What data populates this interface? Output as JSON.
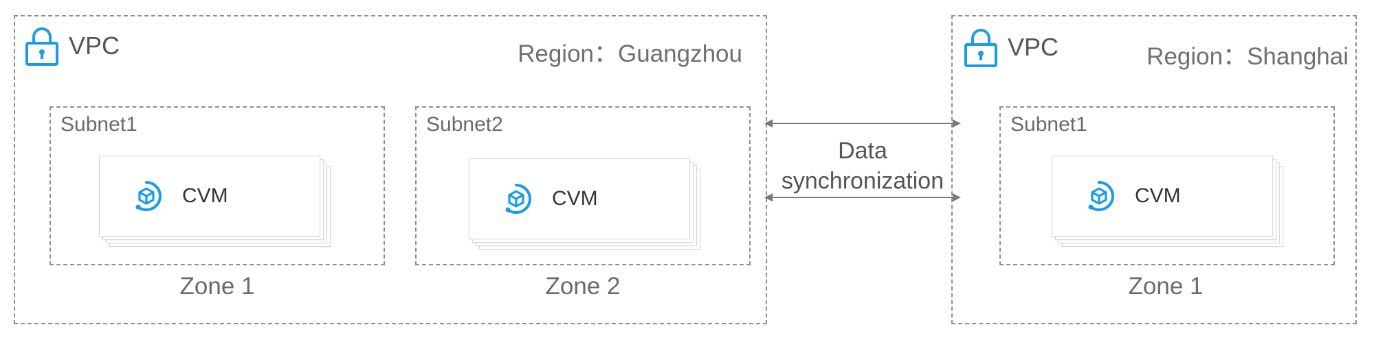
{
  "vpcs": [
    {
      "label": "VPC",
      "region": "Region：Guangzhou",
      "subnets": [
        {
          "label": "Subnet1",
          "cvm": "CVM",
          "zone": "Zone 1"
        },
        {
          "label": "Subnet2",
          "cvm": "CVM",
          "zone": "Zone 2"
        }
      ]
    },
    {
      "label": "VPC",
      "region": "Region：Shanghai",
      "subnets": [
        {
          "label": "Subnet1",
          "cvm": "CVM",
          "zone": "Zone 1"
        }
      ]
    }
  ],
  "sync_label_line1": "Data",
  "sync_label_line2": "synchronization",
  "colors": {
    "accent": "#1a9be8",
    "border": "#8f8f8f",
    "arrow": "#7a7a7a"
  }
}
